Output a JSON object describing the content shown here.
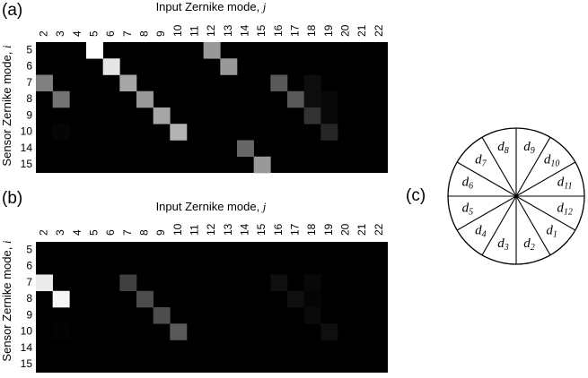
{
  "panel_a": {
    "label": "(a)",
    "title_prefix": "Input Zernike mode, ",
    "title_var": "j",
    "ylabel_prefix": "Sensor Zernike mode, ",
    "ylabel_var": "i"
  },
  "panel_b": {
    "label": "(b)",
    "title_prefix": "Input Zernike mode, ",
    "title_var": "j",
    "ylabel_prefix": "Sensor Zernike mode, ",
    "ylabel_var": "i"
  },
  "panel_c": {
    "label": "(c)",
    "sectors": [
      {
        "base": "d",
        "sub": "9"
      },
      {
        "base": "d",
        "sub": "10"
      },
      {
        "base": "d",
        "sub": "11"
      },
      {
        "base": "d",
        "sub": "12"
      },
      {
        "base": "d",
        "sub": "1"
      },
      {
        "base": "d",
        "sub": "2"
      },
      {
        "base": "d",
        "sub": "3"
      },
      {
        "base": "d",
        "sub": "4"
      },
      {
        "base": "d",
        "sub": "5"
      },
      {
        "base": "d",
        "sub": "6"
      },
      {
        "base": "d",
        "sub": "7"
      },
      {
        "base": "d",
        "sub": "8"
      }
    ]
  },
  "chart_data": [
    {
      "type": "heatmap",
      "panel": "(a)",
      "columns": [
        "2",
        "3",
        "4",
        "5",
        "6",
        "7",
        "8",
        "9",
        "10",
        "11",
        "12",
        "13",
        "14",
        "15",
        "16",
        "17",
        "18",
        "19",
        "20",
        "21",
        "22"
      ],
      "rows": [
        "5",
        "6",
        "7",
        "8",
        "9",
        "10",
        "14",
        "15"
      ],
      "colorscale": "grayscale",
      "range": [
        0,
        1
      ],
      "values": [
        [
          0,
          0,
          0,
          1.0,
          0,
          0,
          0,
          0,
          0,
          0,
          0.6,
          0,
          0,
          0,
          0,
          0,
          0,
          0,
          0,
          0,
          0
        ],
        [
          0,
          0,
          0,
          0,
          0.9,
          0,
          0,
          0,
          0,
          0,
          0,
          0.6,
          0,
          0,
          0,
          0,
          0,
          0,
          0,
          0,
          0
        ],
        [
          0.5,
          0,
          0,
          0,
          0,
          0.65,
          0,
          0,
          0,
          0,
          0,
          0,
          0,
          0,
          0.35,
          0,
          0.05,
          0,
          0,
          0,
          0
        ],
        [
          0,
          0.45,
          0,
          0,
          0,
          0,
          0.6,
          0,
          0,
          0,
          0,
          0,
          0,
          0,
          0,
          0.35,
          0.05,
          0.03,
          0,
          0,
          0
        ],
        [
          0,
          0,
          0,
          0,
          0,
          0,
          0,
          0.65,
          0,
          0,
          0,
          0,
          0,
          0,
          0,
          0,
          0.2,
          0.03,
          0,
          0,
          0
        ],
        [
          0,
          0.02,
          0,
          0,
          0,
          0,
          0,
          0,
          0.7,
          0,
          0,
          0,
          0,
          0,
          0,
          0,
          0,
          0.15,
          0,
          0,
          0
        ],
        [
          0,
          0,
          0,
          0,
          0,
          0,
          0,
          0,
          0,
          0,
          0,
          0,
          0.4,
          0,
          0,
          0,
          0,
          0,
          0,
          0,
          0
        ],
        [
          0,
          0,
          0,
          0,
          0,
          0,
          0,
          0,
          0,
          0,
          0,
          0,
          0,
          0.6,
          0,
          0,
          0,
          0,
          0,
          0,
          0
        ]
      ]
    },
    {
      "type": "heatmap",
      "panel": "(b)",
      "columns": [
        "2",
        "3",
        "4",
        "5",
        "6",
        "7",
        "8",
        "9",
        "10",
        "11",
        "12",
        "13",
        "14",
        "15",
        "16",
        "17",
        "18",
        "19",
        "20",
        "21",
        "22"
      ],
      "rows": [
        "5",
        "6",
        "7",
        "8",
        "9",
        "10",
        "14",
        "15"
      ],
      "colorscale": "grayscale",
      "range": [
        0,
        1
      ],
      "values": [
        [
          0,
          0,
          0,
          0,
          0,
          0,
          0,
          0,
          0,
          0,
          0,
          0,
          0,
          0,
          0,
          0,
          0,
          0,
          0,
          0,
          0
        ],
        [
          0,
          0,
          0,
          0,
          0,
          0,
          0,
          0,
          0,
          0,
          0,
          0,
          0,
          0,
          0,
          0,
          0,
          0,
          0,
          0,
          0
        ],
        [
          0.92,
          0,
          0,
          0,
          0,
          0.25,
          0,
          0,
          0,
          0,
          0,
          0,
          0,
          0,
          0.06,
          0,
          0.03,
          0,
          0,
          0,
          0
        ],
        [
          0,
          0.97,
          0,
          0,
          0,
          0,
          0.3,
          0,
          0,
          0,
          0,
          0,
          0,
          0,
          0,
          0.06,
          0.02,
          0,
          0,
          0,
          0
        ],
        [
          0,
          0,
          0,
          0,
          0,
          0,
          0,
          0.3,
          0,
          0,
          0,
          0,
          0,
          0,
          0,
          0,
          0.04,
          0,
          0,
          0,
          0
        ],
        [
          0,
          0.01,
          0,
          0,
          0,
          0,
          0,
          0,
          0.35,
          0,
          0,
          0,
          0,
          0,
          0,
          0,
          0,
          0.06,
          0,
          0,
          0
        ],
        [
          0,
          0,
          0,
          0,
          0,
          0,
          0,
          0,
          0,
          0,
          0,
          0,
          0,
          0,
          0,
          0,
          0,
          0,
          0,
          0,
          0
        ],
        [
          0,
          0,
          0,
          0,
          0,
          0,
          0,
          0,
          0,
          0,
          0,
          0,
          0,
          0,
          0,
          0,
          0,
          0,
          0,
          0,
          0
        ]
      ]
    }
  ]
}
